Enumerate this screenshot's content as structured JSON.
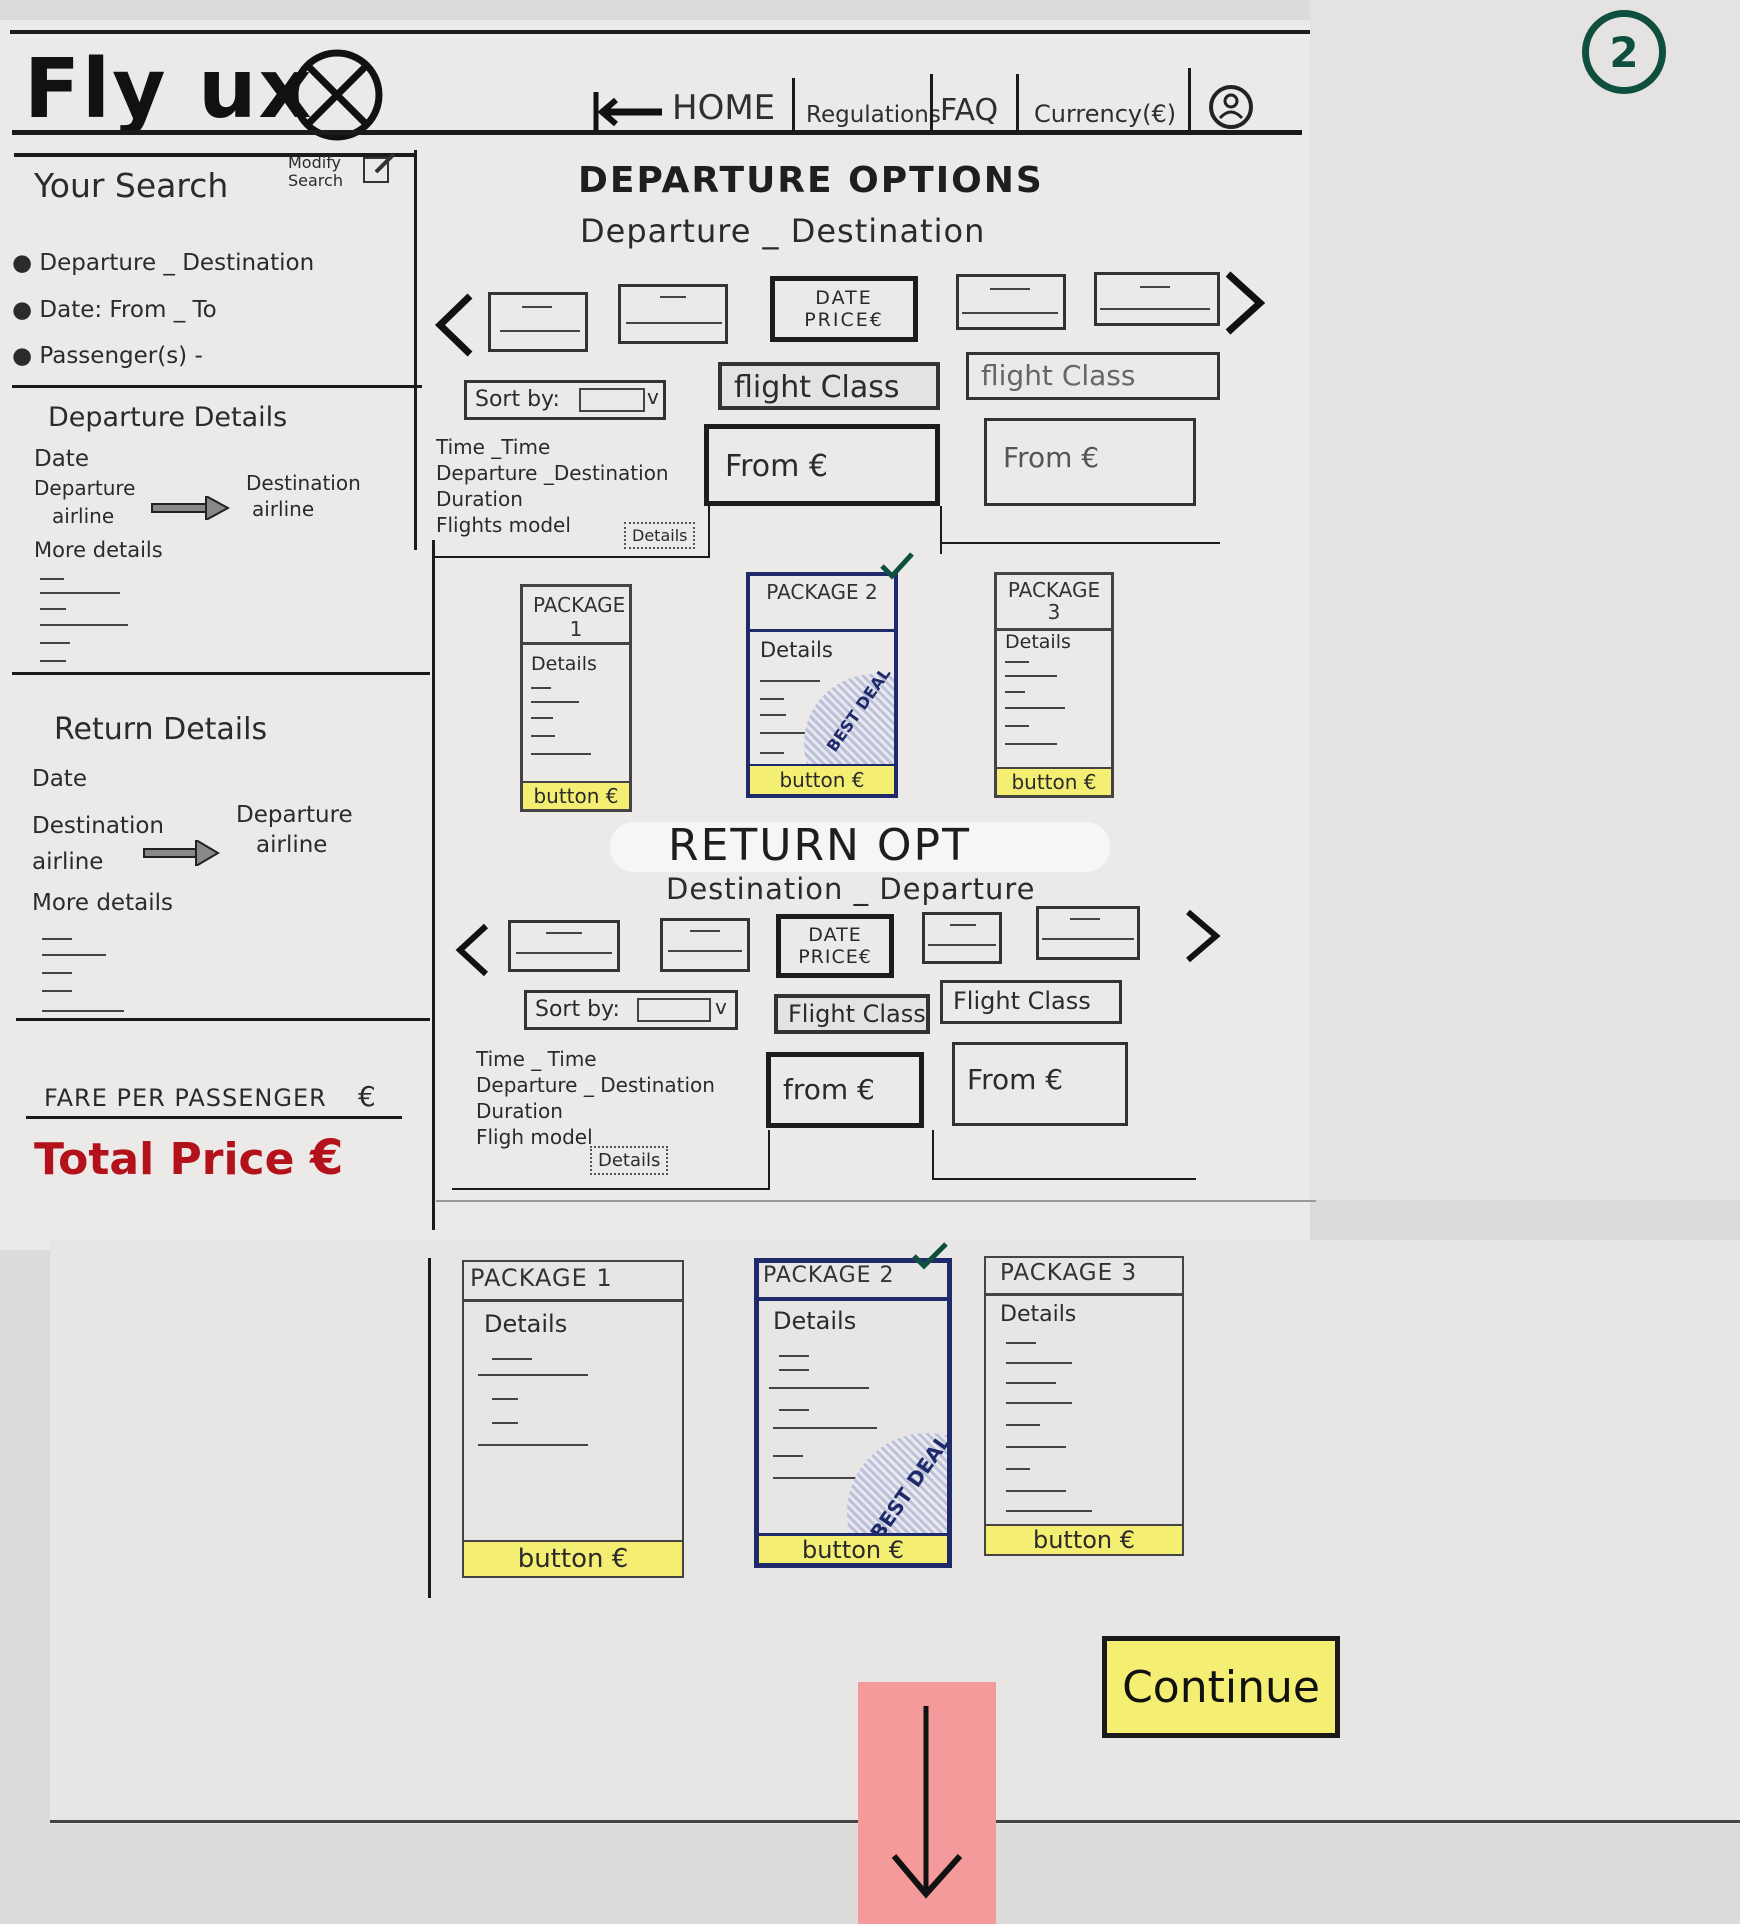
{
  "header": {
    "logo_text": "Fly ux",
    "logo_icon": "circled-x-icon",
    "page_number": "2",
    "nav": [
      {
        "label": "HOME",
        "icon": "arrow-left-icon"
      },
      {
        "label": "Regulations"
      },
      {
        "label": "FAQ"
      },
      {
        "label": "Currency(€)"
      },
      {
        "icon": "user-profile-icon"
      }
    ]
  },
  "sidebar": {
    "search_title": "Your Search",
    "modify_label": "Modify Search",
    "modify_icon": "edit-pencil-icon",
    "search_items": [
      "Departure _ Destination",
      "Date: From _ To",
      "Passenger(s) -"
    ],
    "departure_details": {
      "title": "Departure Details",
      "date": "Date",
      "from_line1": "Departure",
      "from_line2": "airline",
      "to_line1": "Destination",
      "to_line2": "airline",
      "more": "More details"
    },
    "return_details": {
      "title": "Return Details",
      "date": "Date",
      "from_line1": "Destination",
      "from_line2": "airline",
      "to_line1": "Departure",
      "to_line2": "airline",
      "more": "More details"
    },
    "fare_label": "FARE PER PASSENGER",
    "fare_currency": "€",
    "total_label": "Total Price",
    "total_currency": "€",
    "total_color": "#b3121b"
  },
  "departure": {
    "title": "DEPARTURE OPTIONS",
    "route": "Departure _ Destination",
    "date_card": {
      "line1": "DATE",
      "line2": "PRICE€"
    },
    "sort_label": "Sort by:",
    "classes": [
      "flight Class",
      "flight Class"
    ],
    "info": [
      "Time _Time",
      "Departure _Destination",
      "Duration",
      "Flights model"
    ],
    "details_link": "Details",
    "from_prices": [
      "From €",
      "From €"
    ],
    "packages": [
      {
        "title": "PACKAGE 1",
        "details": "Details",
        "button": "button €"
      },
      {
        "title": "PACKAGE 2",
        "details": "Details",
        "button": "button €",
        "badge": "BEST DEAL"
      },
      {
        "title": "PACKAGE 3",
        "details": "Details",
        "button": "button €"
      }
    ]
  },
  "return": {
    "title": "RETURN OPT",
    "route": "Destination _ Departure",
    "date_card": {
      "line1": "DATE",
      "line2": "PRICE€"
    },
    "sort_label": "Sort by:",
    "classes": [
      "Flight Class",
      "Flight Class"
    ],
    "info": [
      "Time _ Time",
      "Departure _ Destination",
      "Duration",
      "Fligh model"
    ],
    "details_link": "Details",
    "from_prices": [
      "from €",
      "From €"
    ],
    "packages": [
      {
        "title": "PACKAGE 1",
        "details": "Details",
        "button": "button €"
      },
      {
        "title": "PACKAGE 2",
        "details": "Details",
        "button": "button €",
        "badge": "BEST DEAL"
      },
      {
        "title": "PACKAGE 3",
        "details": "Details",
        "button": "button €"
      }
    ]
  },
  "continue_label": "Continue",
  "scroll_icon": "arrow-down-icon",
  "colors": {
    "highlight": "#f4ee73",
    "accent_green": "#0f4f3f",
    "sticky_note": "#f49a9a",
    "selected_blue": "#1f2a6b"
  }
}
